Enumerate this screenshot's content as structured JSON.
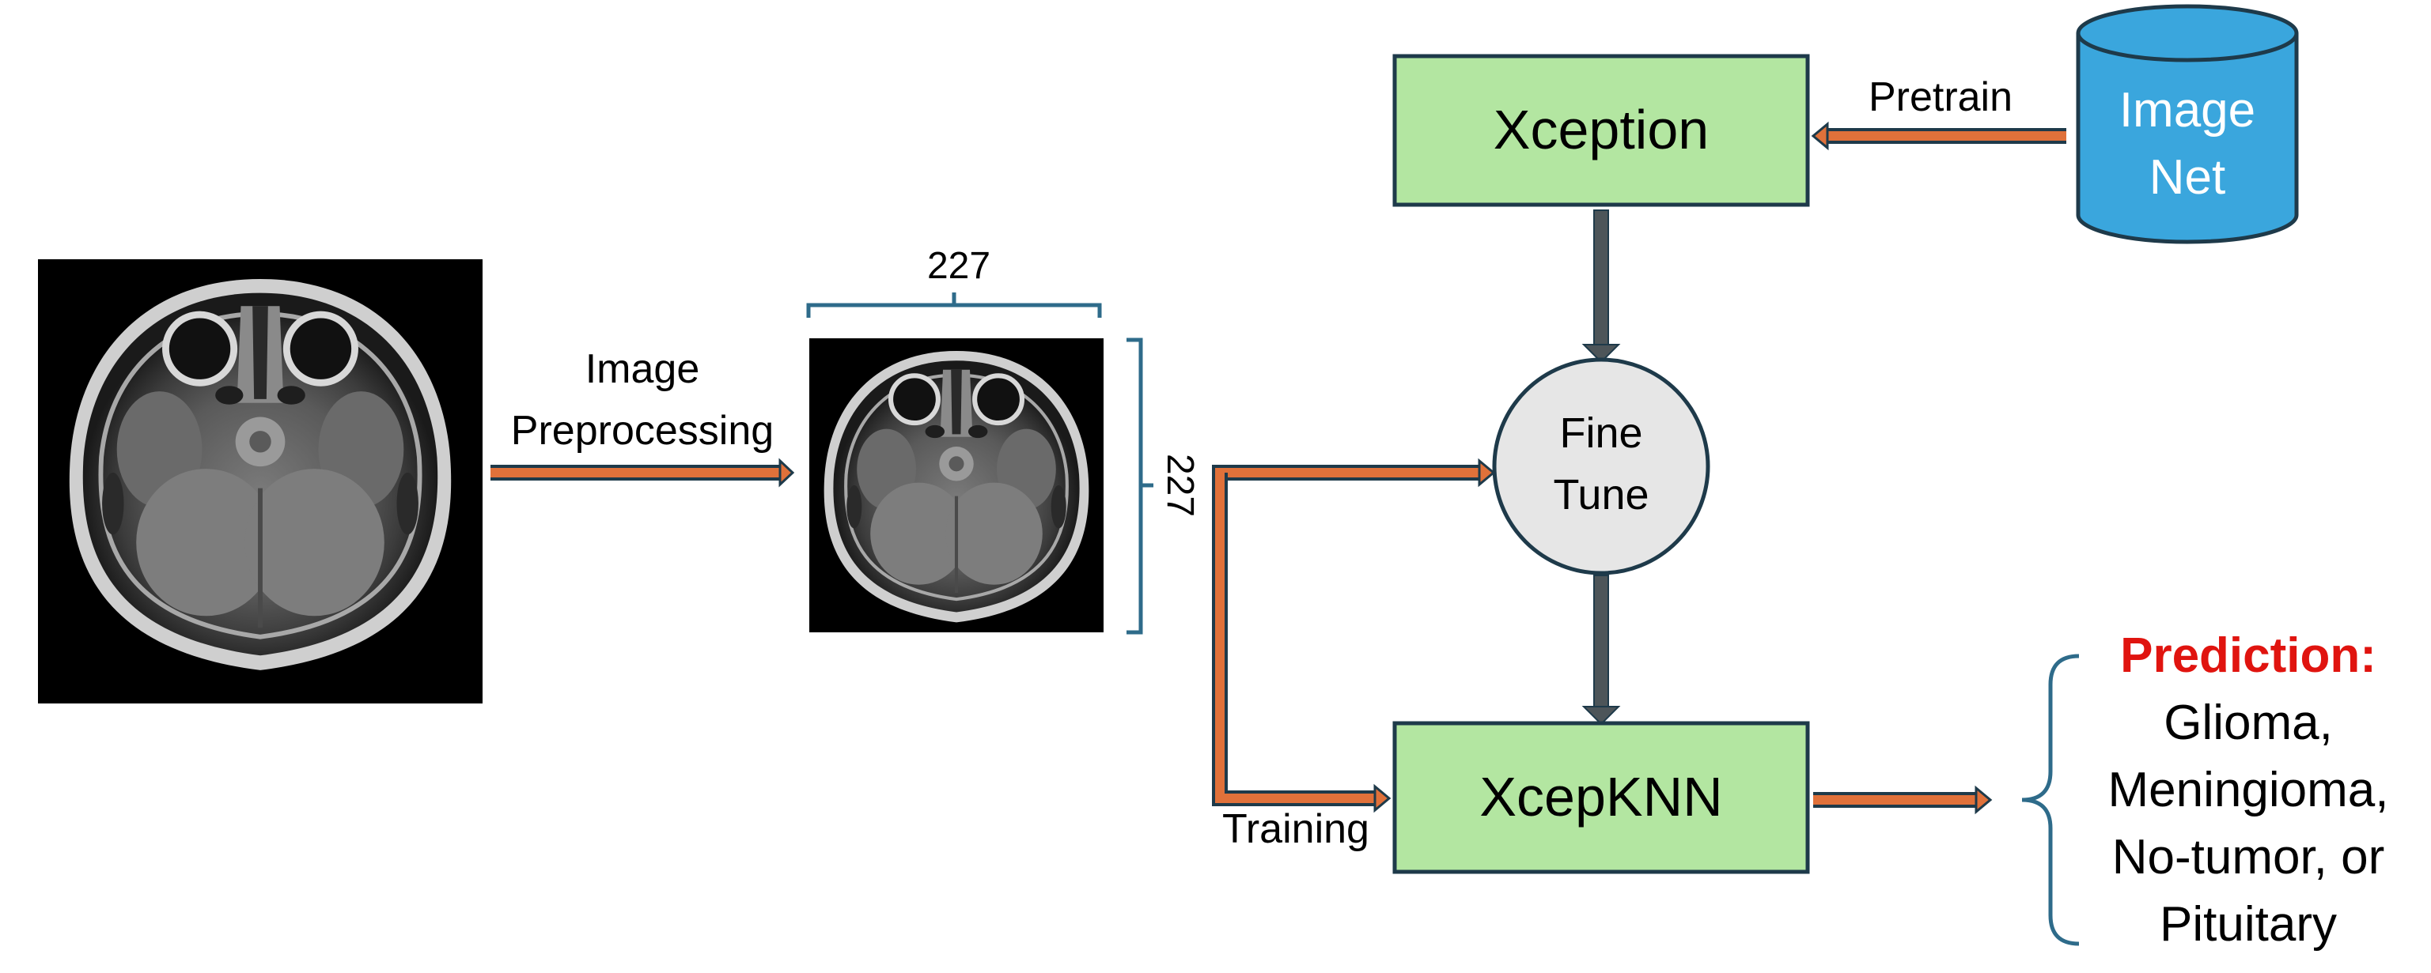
{
  "nodes": {
    "xception": {
      "label": "Xception"
    },
    "fine_tune": {
      "line1": "Fine",
      "line2": "Tune"
    },
    "xcepknn": {
      "label": "XcepKNN"
    },
    "imagenet": {
      "line1": "Image",
      "line2": "Net"
    }
  },
  "edge_labels": {
    "pretrain": "Pretrain",
    "preprocessing_line1": "Image",
    "preprocessing_line2": "Preprocessing",
    "training": "Training"
  },
  "dimensions": {
    "width": "227",
    "height": "227"
  },
  "prediction": {
    "title": "Prediction:",
    "lines": [
      "Glioma,",
      "Meningioma,",
      "No-tumor, or",
      "Pituitary"
    ]
  },
  "colors": {
    "box_fill": "#b3e6a1",
    "box_stroke": "#1e3a4a",
    "arrow_orange": "#e0713a",
    "arrow_gray": "#4d5559",
    "bracket_blue": "#2e6b8a",
    "cylinder_blue": "#3aa6dd",
    "circle_fill": "#e6e6e6",
    "prediction_red": "#e0140f"
  },
  "icons": [
    "mri-brain-scan-large",
    "mri-brain-scan-resized",
    "database-cylinder-icon"
  ]
}
